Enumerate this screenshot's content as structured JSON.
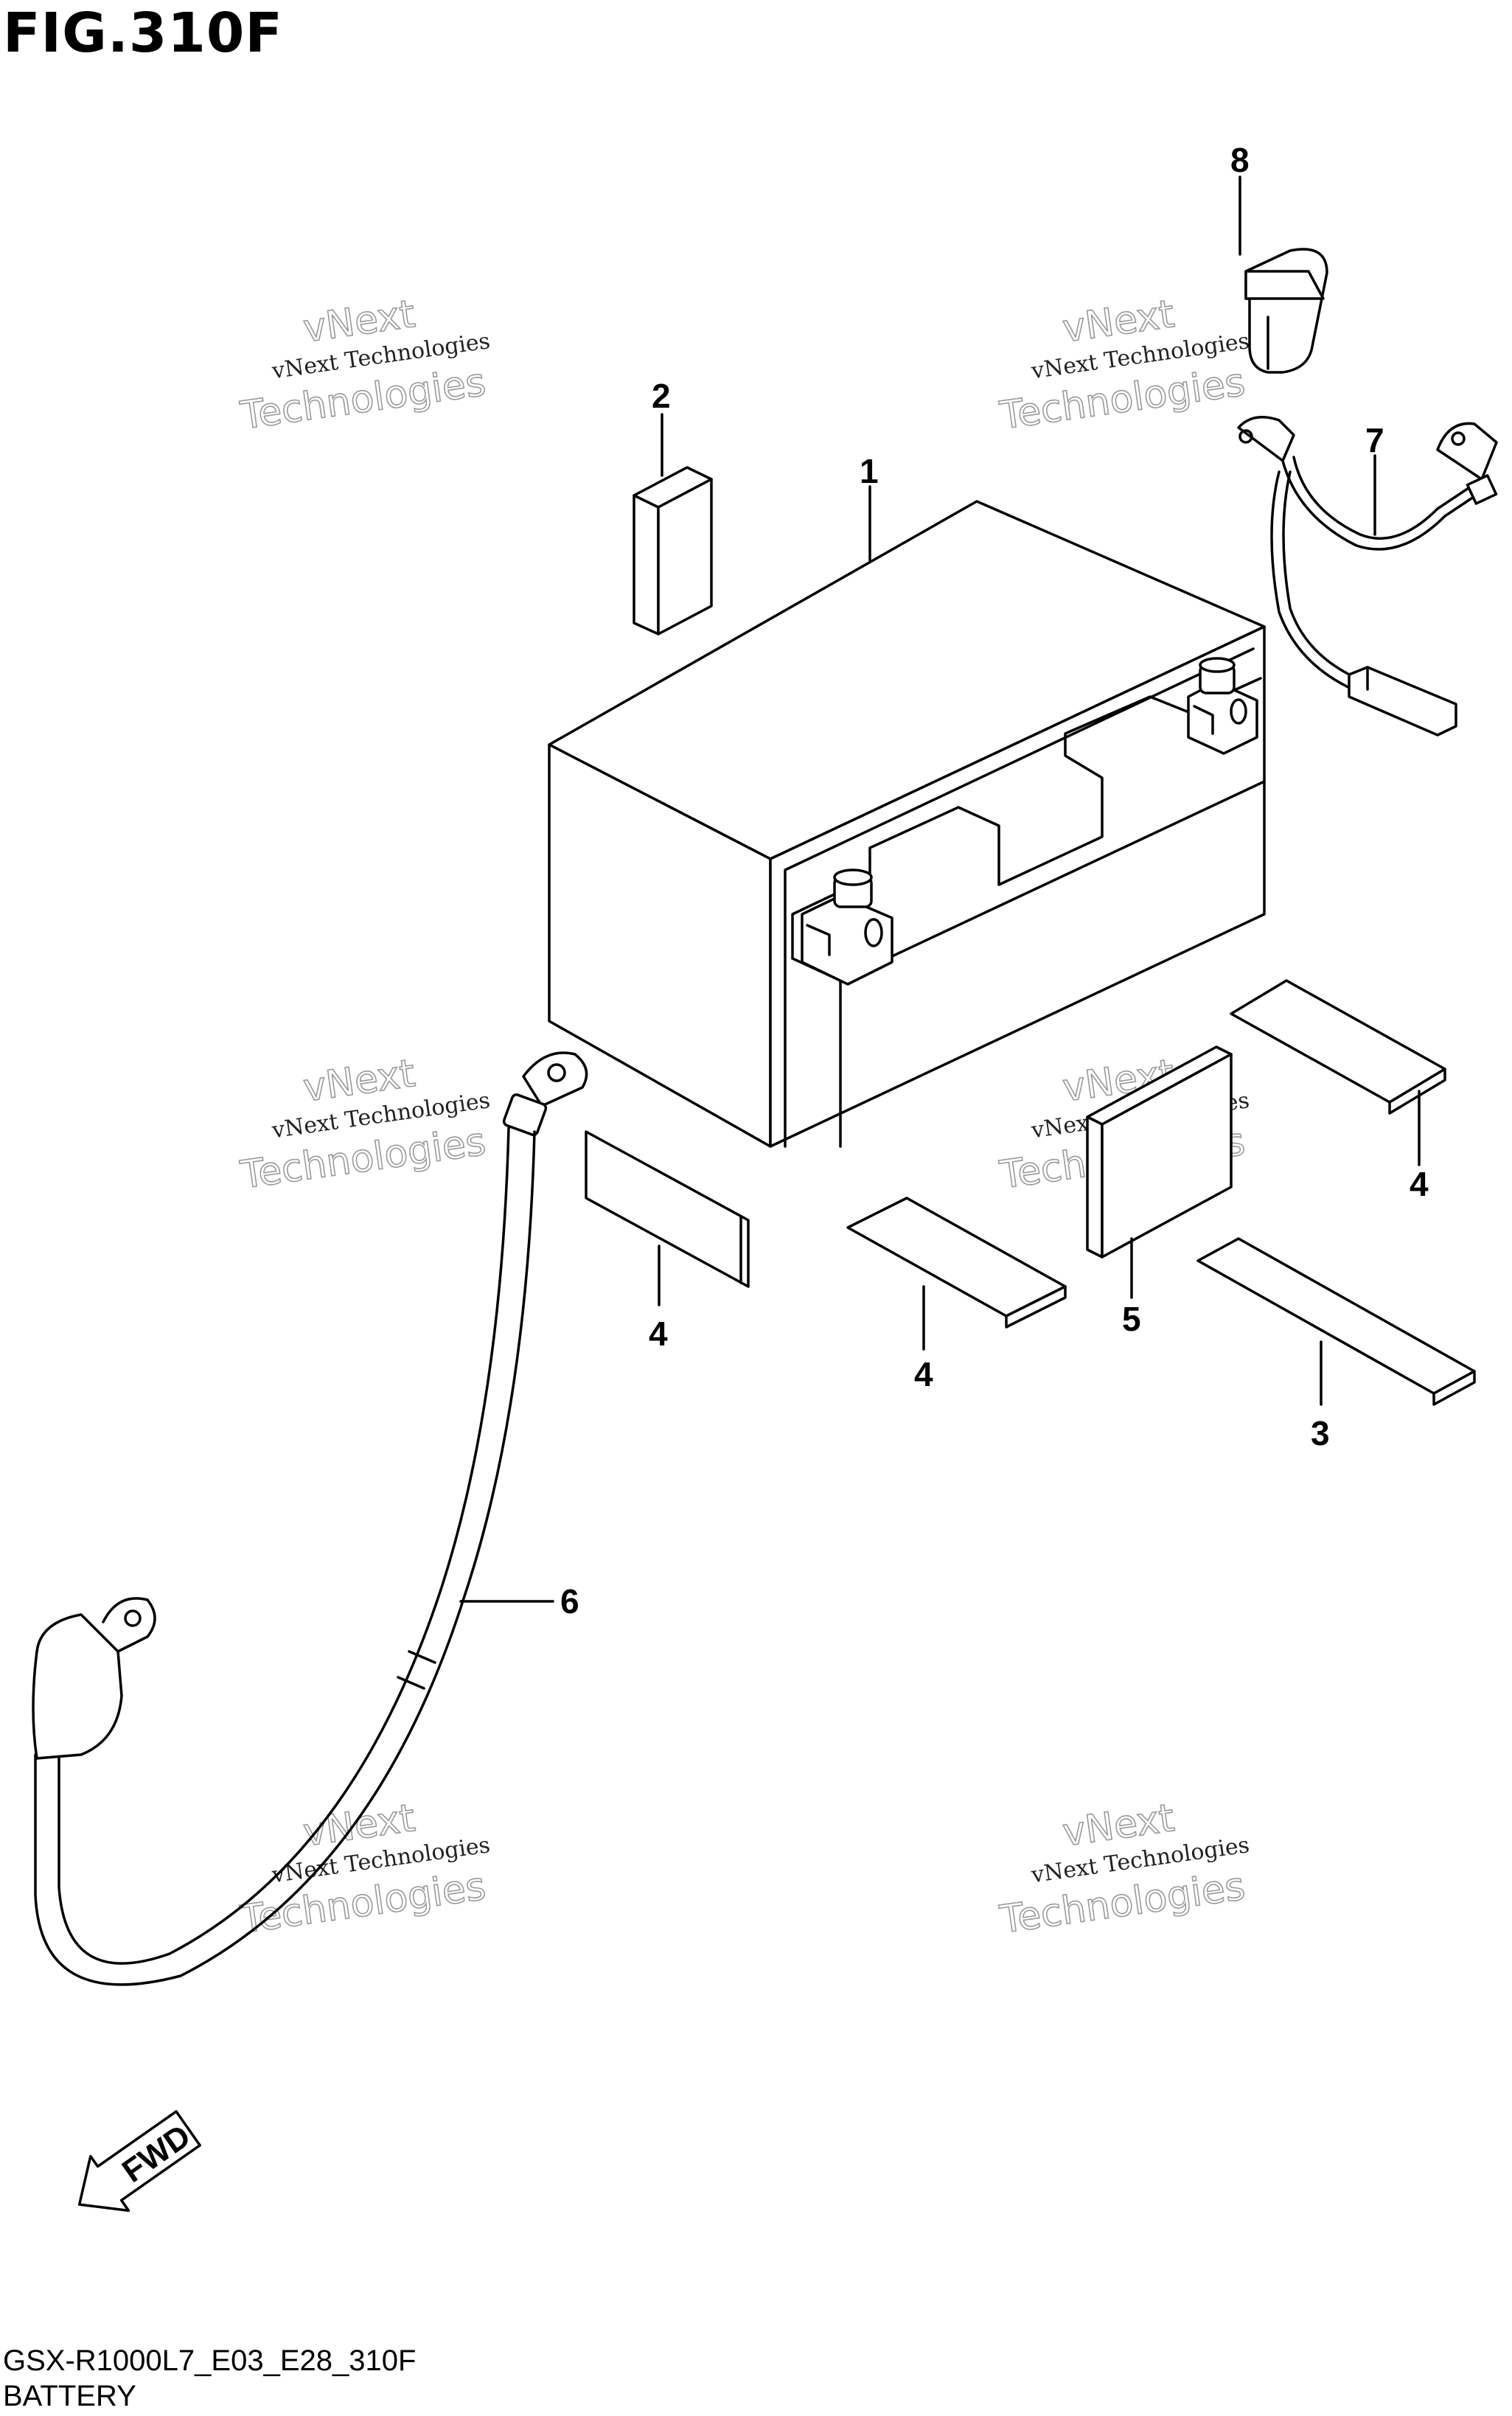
{
  "figure": {
    "title": "FIG.310F",
    "model_code": "GSX-R1000L7_E03_E28_310F",
    "section_name": "BATTERY"
  },
  "callouts": {
    "c1": "1",
    "c2": "2",
    "c3": "3",
    "c4a": "4",
    "c4b": "4",
    "c4c": "4",
    "c5": "5",
    "c6": "6",
    "c7": "7",
    "c8": "8"
  },
  "fwd_label": "FWD",
  "watermark": {
    "line1": "vNext Technologies",
    "line2": "vNext",
    "line3": "Technologies"
  }
}
